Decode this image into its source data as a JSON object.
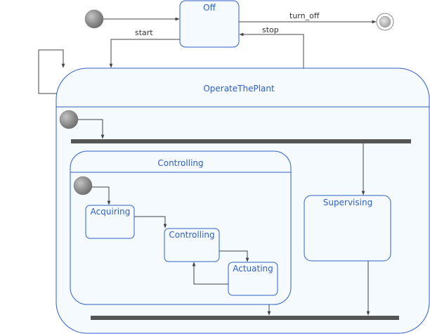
{
  "states": {
    "off": "Off",
    "operate": "OperateThePlant",
    "controlling_region": "Controlling",
    "acquiring": "Acquiring",
    "controlling_inner": "Controlling",
    "actuating": "Actuating",
    "supervising": "Supervising"
  },
  "transitions": {
    "turn_off": "turn_off",
    "start": "start",
    "stop": "stop"
  },
  "colors": {
    "state_border": "#2f5fc8",
    "state_fill": "#f5faff",
    "label": "#2f5fc8",
    "bar": "#555555",
    "edge": "#444444"
  }
}
